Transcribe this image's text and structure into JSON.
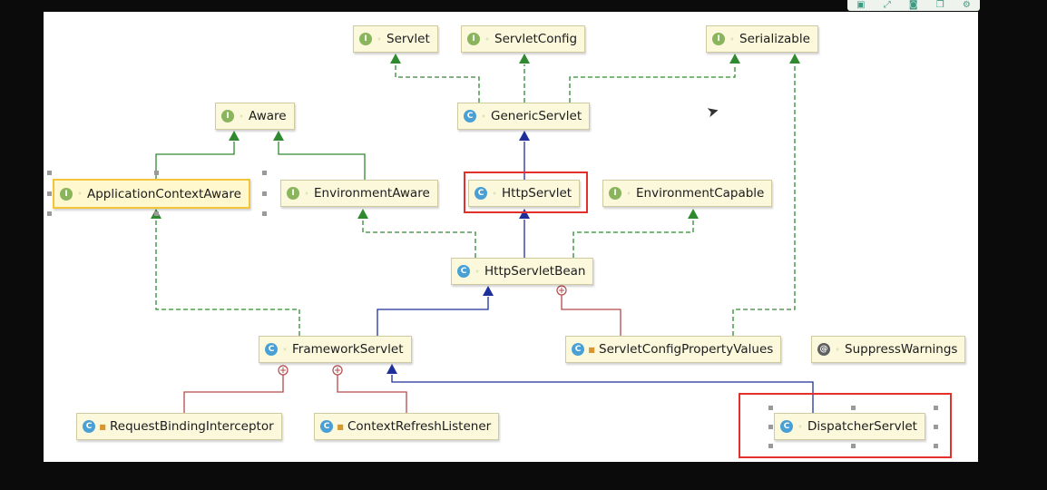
{
  "diagram": {
    "nodes": [
      {
        "id": "servlet",
        "label": "Servlet",
        "kind": "interface"
      },
      {
        "id": "servletconfig",
        "label": "ServletConfig",
        "kind": "interface"
      },
      {
        "id": "serializable",
        "label": "Serializable",
        "kind": "interface"
      },
      {
        "id": "aware",
        "label": "Aware",
        "kind": "interface"
      },
      {
        "id": "genericservlet",
        "label": "GenericServlet",
        "kind": "class"
      },
      {
        "id": "applicationcontextaware",
        "label": "ApplicationContextAware",
        "kind": "interface"
      },
      {
        "id": "environmentaware",
        "label": "EnvironmentAware",
        "kind": "interface"
      },
      {
        "id": "httpservlet",
        "label": "HttpServlet",
        "kind": "class"
      },
      {
        "id": "environmentcapable",
        "label": "EnvironmentCapable",
        "kind": "interface"
      },
      {
        "id": "httpservletbean",
        "label": "HttpServletBean",
        "kind": "class"
      },
      {
        "id": "frameworkservlet",
        "label": "FrameworkServlet",
        "kind": "class"
      },
      {
        "id": "servletconfigpropertyvalues",
        "label": "ServletConfigPropertyValues",
        "kind": "class"
      },
      {
        "id": "suppresswarnings",
        "label": "SuppressWarnings",
        "kind": "annotation"
      },
      {
        "id": "requestbindinginterceptor",
        "label": "RequestBindingInterceptor",
        "kind": "class"
      },
      {
        "id": "contextrefreshlistener",
        "label": "ContextRefreshListener",
        "kind": "class"
      },
      {
        "id": "dispatcherservlet",
        "label": "DispatcherServlet",
        "kind": "class"
      }
    ],
    "highlighted": [
      "HttpServlet",
      "DispatcherServlet"
    ],
    "selected": [
      "ApplicationContextAware",
      "DispatcherServlet"
    ],
    "relations": [
      {
        "from": "GenericServlet",
        "to": "Servlet",
        "type": "implements"
      },
      {
        "from": "GenericServlet",
        "to": "ServletConfig",
        "type": "implements"
      },
      {
        "from": "GenericServlet",
        "to": "Serializable",
        "type": "implements"
      },
      {
        "from": "HttpServlet",
        "to": "GenericServlet",
        "type": "extends"
      },
      {
        "from": "ApplicationContextAware",
        "to": "Aware",
        "type": "extends"
      },
      {
        "from": "EnvironmentAware",
        "to": "Aware",
        "type": "extends"
      },
      {
        "from": "HttpServletBean",
        "to": "HttpServlet",
        "type": "extends"
      },
      {
        "from": "HttpServletBean",
        "to": "EnvironmentAware",
        "type": "implements"
      },
      {
        "from": "HttpServletBean",
        "to": "EnvironmentCapable",
        "type": "implements"
      },
      {
        "from": "FrameworkServlet",
        "to": "HttpServletBean",
        "type": "extends"
      },
      {
        "from": "FrameworkServlet",
        "to": "ApplicationContextAware",
        "type": "implements"
      },
      {
        "from": "ServletConfigPropertyValues",
        "to": "HttpServletBean",
        "type": "inner-class"
      },
      {
        "from": "ServletConfigPropertyValues",
        "to": "Serializable",
        "type": "implements"
      },
      {
        "from": "RequestBindingInterceptor",
        "to": "FrameworkServlet",
        "type": "inner-class"
      },
      {
        "from": "ContextRefreshListener",
        "to": "FrameworkServlet",
        "type": "inner-class"
      },
      {
        "from": "DispatcherServlet",
        "to": "FrameworkServlet",
        "type": "extends"
      }
    ]
  },
  "colors": {
    "implements": "#2f8a2f",
    "extends": "#1f2f9a",
    "inner_class": "#b34a4a",
    "highlight": "#e3302d",
    "node_fill": "#fbf8dc"
  },
  "toolbar": {
    "icons": [
      "document-icon",
      "fullscreen-icon",
      "save-icon",
      "copy-icon",
      "settings-icon"
    ]
  }
}
